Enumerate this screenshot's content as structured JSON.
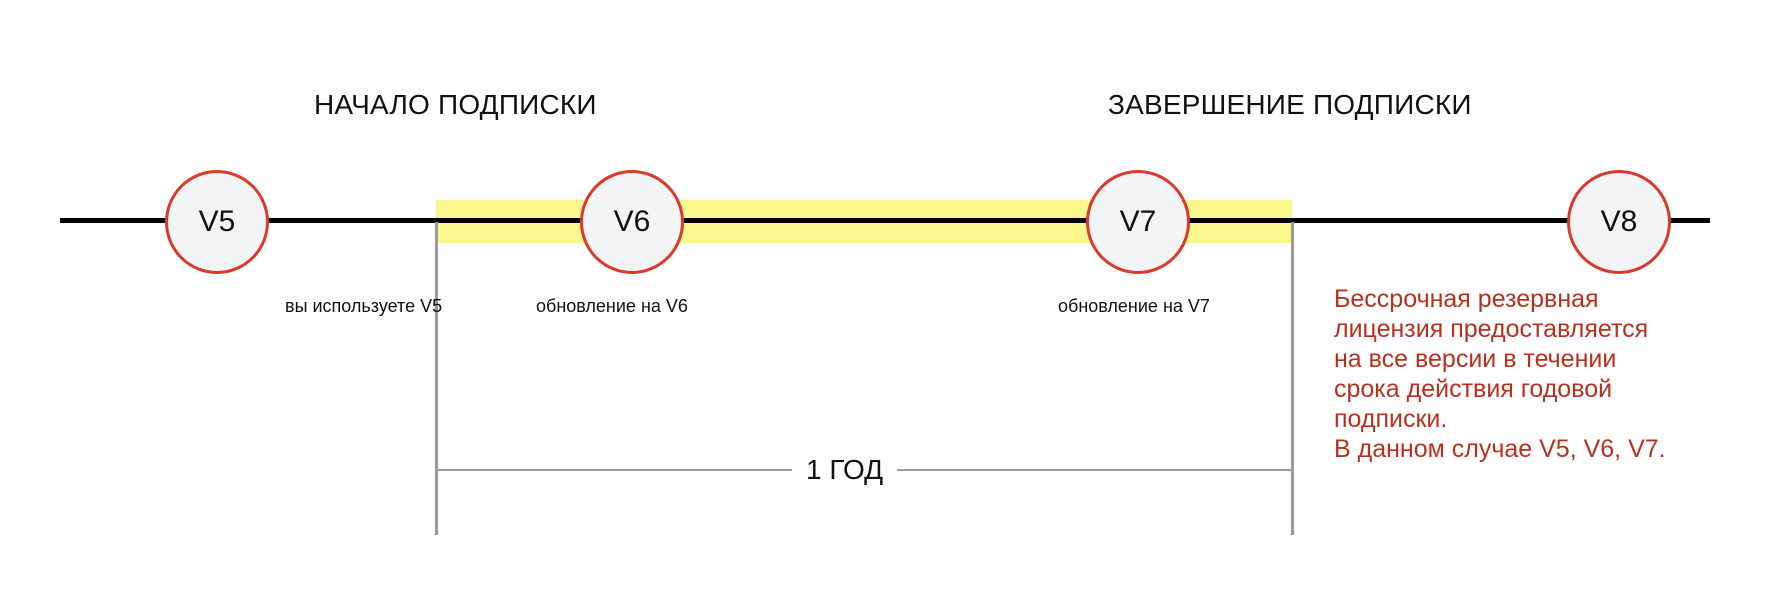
{
  "headings": {
    "start": "НАЧАЛО ПОДПИСКИ",
    "end": "ЗАВЕРШЕНИЕ ПОДПИСКИ"
  },
  "versions": {
    "v5": "V5",
    "v6": "V6",
    "v7": "V7",
    "v8": "V8"
  },
  "captions": {
    "v5": "вы используете V5",
    "v6": "обновление на V6",
    "v7": "обновление на V7"
  },
  "period": {
    "label": "1 ГОД"
  },
  "note": {
    "lines": [
      "Бессрочная резервная",
      "лицензия предоставляется",
      "на все версии в течении",
      "срока действия годовой",
      "подписки.",
      "В данном случае V5, V6, V7."
    ]
  },
  "colors": {
    "accent_red": "#d93a2b",
    "note_text": "#b8301f",
    "highlight": "#fbf78f",
    "node_fill": "#f2f4f5",
    "bracket_gray": "#9a9a9a"
  }
}
